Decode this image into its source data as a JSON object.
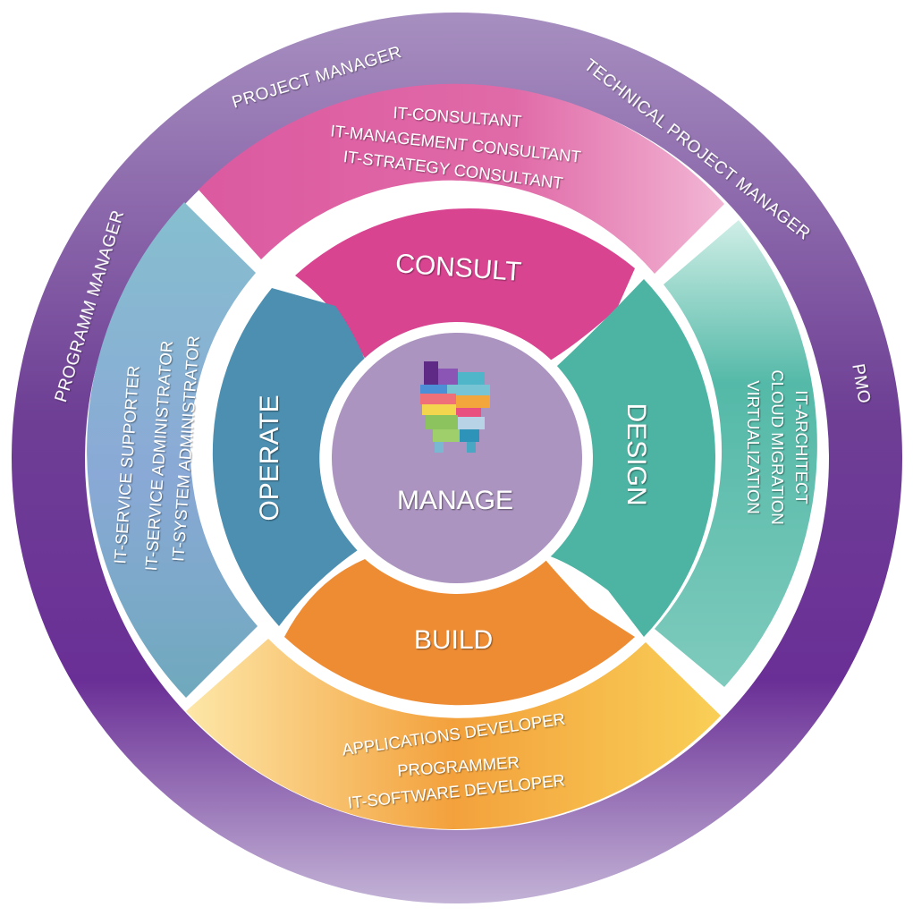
{
  "outer_ring": {
    "labels": [
      "PROJECT MANAGER",
      "TECHNICAL PROJECT MANAGER",
      "PROGRAMM MANAGER",
      "PMO"
    ]
  },
  "center": {
    "label": "MANAGE",
    "icon": "head-puzzle-icon"
  },
  "segments": {
    "consult": {
      "label": "CONSULT",
      "roles": [
        "IT-CONSULTANT",
        "IT-MANAGEMENT CONSULTANT",
        "IT-STRATEGY CONSULTANT"
      ]
    },
    "design": {
      "label": "DESIGN",
      "roles": [
        "IT-ARCHITECT",
        "CLOUD MIGRATION",
        "VIRTUALIZATION"
      ]
    },
    "build": {
      "label": "BUILD",
      "roles": [
        "APPLICATIONS DEVELOPER",
        "PROGRAMMER",
        "IT-SOFTWARE DEVELOPER"
      ]
    },
    "operate": {
      "label": "OPERATE",
      "roles": [
        "IT-SERVICE SUPPORTER",
        "IT-SERVICE ADMINISTRATOR",
        "IT-SYSTEM ADMINISTRATOR"
      ]
    }
  },
  "colors": {
    "outer_ring": "#7a3e9e",
    "consult": "#d94491",
    "design": "#4db3a2",
    "build": "#ee8c34",
    "operate": "#4c8fb0",
    "center": "#ab94bf"
  }
}
